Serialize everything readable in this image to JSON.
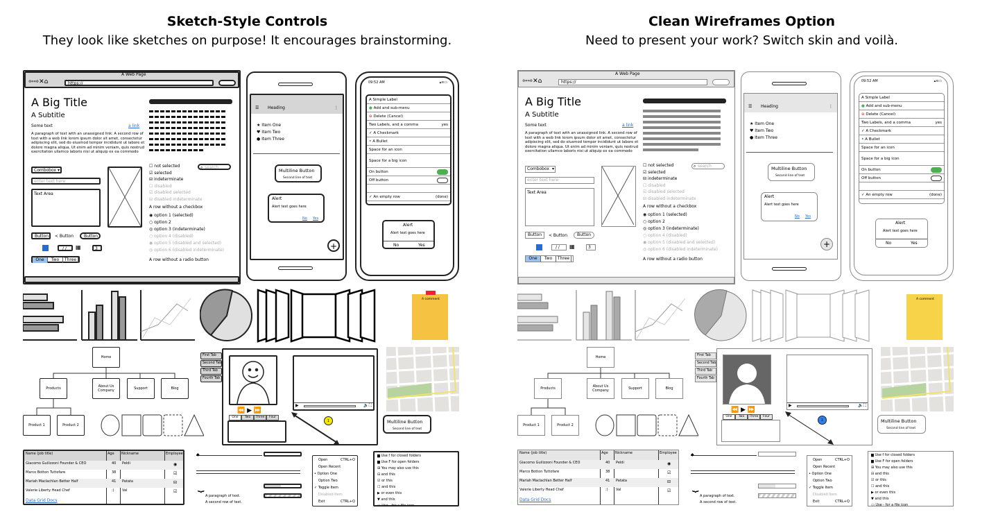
{
  "left": {
    "heading": "Sketch-Style Controls",
    "subheading": "They look like sketches on purpose! It encourages brainstorming."
  },
  "right": {
    "heading": "Clean Wireframes Option",
    "subheading": "Need to present your work? Switch skin and voilà."
  },
  "mockup": {
    "browser": {
      "title": "A Web Page",
      "url": "https://",
      "big_title": "A Big Title",
      "subtitle": "A Subtitle",
      "some_text": "Some text",
      "link": "a link",
      "paragraph": "A paragraph of text with an unassigned link. A second row of text with a web link lorem ipsum dolor sit amet, consectetur adipiscing elit, sed do eiusmod tempor incididunt ut labore et dolore magna aliqua. Ut enim ad minim veniam, quis nostrud exercitation ullamco laboris nisi ut aliquip ex ea commodo",
      "combobox": "Combobox",
      "text_input_placeholder": "enter text here",
      "text_area": "Text Area",
      "search_placeholder": "search",
      "checkboxes": [
        "not selected",
        "selected",
        "indeterminate",
        "disabled",
        "disabled selected",
        "disabled indeterminate"
      ],
      "no_checkbox_row": "A row without a checkbox",
      "radios": [
        "option 1 (selected)",
        "option 2",
        "option 3 (indeterminate)",
        "option 4 (disabled)",
        "option 5 (disabled and selected)",
        "option 6 (disabled indeterminate)"
      ],
      "no_radio_row": "A row without a radio button",
      "buttons": [
        "Button",
        "< Button",
        "Button"
      ],
      "date": "/ /",
      "stepper": "3",
      "tabs": [
        "One",
        "Two",
        "Three"
      ]
    },
    "android": {
      "heading": "Heading",
      "items": [
        "Item One",
        "Item Two",
        "Item Three"
      ],
      "multiline_button": "Multiline Button",
      "multiline_second": "Second line of text",
      "alert_title": "Alert",
      "alert_text": "Alert text goes here",
      "alert_no": "No",
      "alert_yes": "Yes"
    },
    "iphone": {
      "time": "09:52 AM",
      "rows": [
        "A Simple Label",
        "Add and sub-menu",
        "Delete (Cancel)",
        "Two Labels, and a comma",
        "A Checkmark",
        "A Bullet",
        "Space for an icon",
        "Space for a big icon",
        "On button",
        "Off button",
        "",
        "An empty row"
      ],
      "row_right": "yes",
      "empty_row_right": "(done)",
      "alert_title": "Alert",
      "alert_text": "Alert text goes here",
      "alert_no": "No",
      "alert_yes": "Yes"
    },
    "sticky_note": "A comment",
    "sitemap": {
      "home": "Home",
      "children": [
        "Products",
        "About Us Company",
        "Support",
        "Blog"
      ],
      "grandchildren": [
        "Product 1",
        "Product 2"
      ]
    },
    "vertical_tabs": [
      "First Tab",
      "Second Tab",
      "Third Tab",
      "Fourth Tab"
    ],
    "small_tabs": [
      "One",
      "Two",
      "Three",
      "Four"
    ],
    "tooltip_number": "1",
    "multiline_button": "Multiline Button",
    "multiline_second": "Second line of text",
    "datagrid": {
      "headers": [
        "Name (job title)",
        "Age",
        "Nickname",
        "Employee"
      ],
      "rows": [
        [
          "Giacomo Guilizzoni Founder & CEO",
          "40",
          "Peldi"
        ],
        [
          "Marco Botton Tuttofare",
          "38",
          ""
        ],
        [
          "Mariah Maclachlan Better Half",
          "41",
          "Patata"
        ],
        [
          "Valerie Liberty Head Chef",
          ":)",
          "Val"
        ]
      ],
      "link": "Data Grid Docs"
    },
    "paragraph_lines": [
      "A paragraph of text.",
      "A second row of text."
    ],
    "menu": [
      "Open",
      "Open Recent",
      "Option One",
      "Option Two",
      "Toggle Item",
      "Disabled Item",
      "Exit"
    ],
    "menu_shortcuts": [
      "CTRL+O",
      "CTRL+Q"
    ],
    "tree": [
      "Use f for closed folders",
      "Use F for open folders",
      "You may also use this",
      "and this",
      "or this",
      "and this",
      "or even this",
      "and this",
      "Use - for a file icon"
    ]
  },
  "colors": {
    "accent_blue": "#2a6bd1",
    "sticky_yellow": "#f7c948",
    "toggle_on": "#4caf50",
    "tooltip_sketch": "#f5e900",
    "tooltip_clean": "#2f80ed"
  }
}
